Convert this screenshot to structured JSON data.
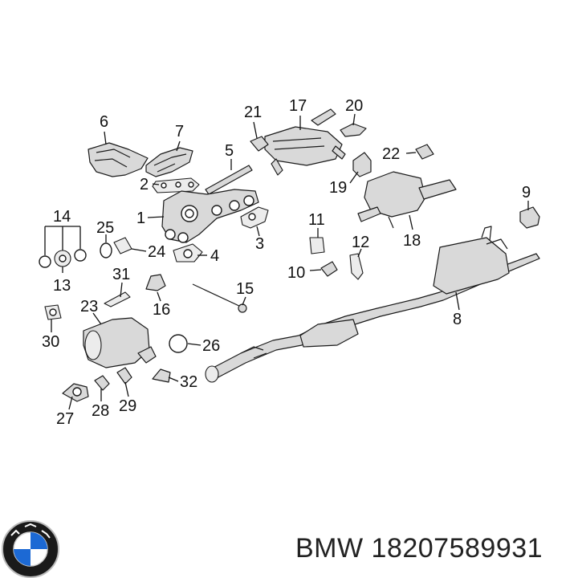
{
  "callouts": {
    "c1": "1",
    "c2": "2",
    "c3": "3",
    "c4": "4",
    "c5": "5",
    "c6": "6",
    "c7": "7",
    "c8": "8",
    "c9": "9",
    "c10": "10",
    "c11": "11",
    "c12": "12",
    "c13": "13",
    "c14": "14",
    "c15": "15",
    "c16": "16",
    "c17": "17",
    "c18": "18",
    "c19": "19",
    "c20": "20",
    "c21": "21",
    "c22": "22",
    "c23": "23",
    "c24": "24",
    "c25": "25",
    "c26": "26",
    "c27": "27",
    "c28": "28",
    "c29": "29",
    "c30": "30",
    "c31": "31",
    "c32": "32"
  },
  "logo": {
    "name": "bmw-roundel-logo",
    "lettering": "BMW",
    "colors": {
      "blue": "#1c69d4",
      "ring": "#111111",
      "white": "#ffffff"
    }
  },
  "caption": {
    "brand": "BMW",
    "part_number": "18207589931"
  }
}
